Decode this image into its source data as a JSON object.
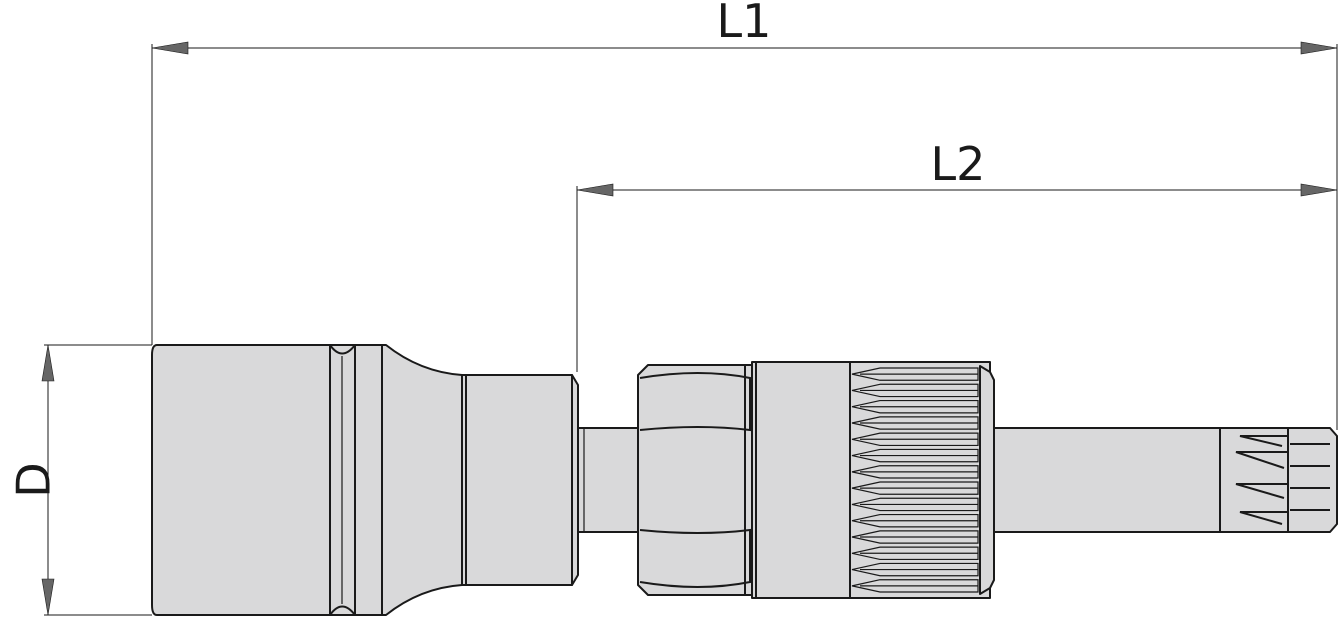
{
  "dimensions": {
    "overall_length_label": "L1",
    "bit_length_label": "L2",
    "drive_diameter_label": "D"
  },
  "colors": {
    "line": "#1a1a1a",
    "fill": "#d9d9da",
    "arrow": "#666666"
  }
}
